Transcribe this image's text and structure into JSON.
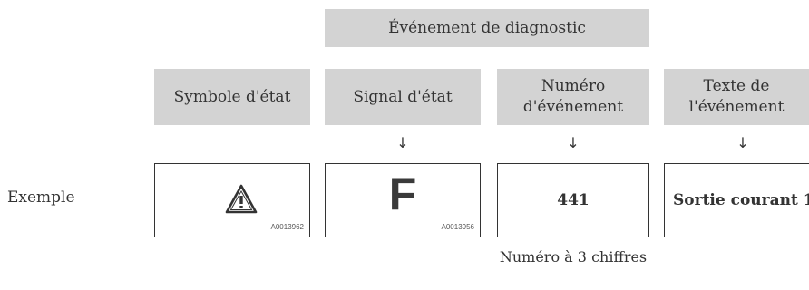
{
  "header": {
    "title": "Événement de diagnostic"
  },
  "columns": [
    {
      "label": "Symbole d'état"
    },
    {
      "label": "Signal d'état"
    },
    {
      "label": "Numéro d'événement"
    },
    {
      "label": "Texte de l'événement"
    }
  ],
  "arrow_glyph": "↓",
  "row_label": "Exemple",
  "examples": {
    "status_symbol": {
      "icon": "warning-triangle-icon",
      "code": "A0013962"
    },
    "status_signal": {
      "letter": "F",
      "code": "A0013956"
    },
    "event_number": {
      "value": "441"
    },
    "event_text": {
      "value": "Sortie courant 1"
    }
  },
  "note": "Numéro à 3 chiffres"
}
